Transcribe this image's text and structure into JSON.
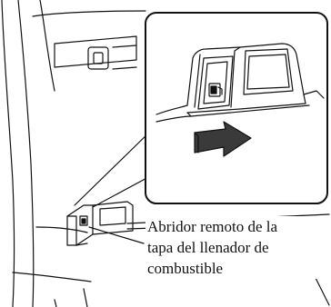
{
  "callout": {
    "lines": [
      "Abridor remoto de la",
      "tapa del llenador de",
      "combustible"
    ]
  },
  "icons": {
    "fuel_pump_icon": "fuel-pump",
    "pull_arrow": "arrow-down-right"
  },
  "colors": {
    "line": "#111111",
    "background": "#ffffff",
    "arrow_shade": "#3a3a3a"
  }
}
